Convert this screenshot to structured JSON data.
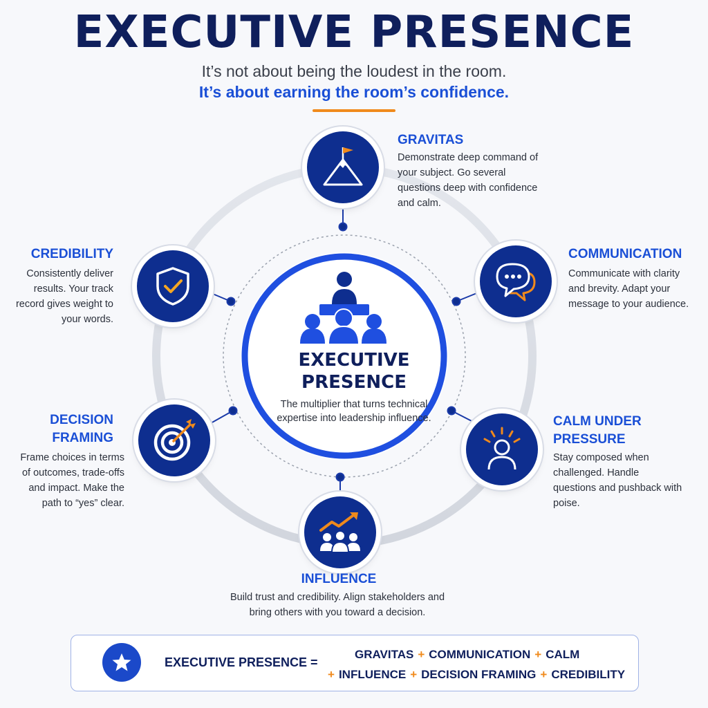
{
  "title": "EXECUTIVE PRESENCE",
  "subtitle_line1": "It’s not about being the loudest in the room.",
  "subtitle_line2": "It’s about earning the room’s confidence.",
  "center": {
    "title_line1": "EXECUTIVE",
    "title_line2": "PRESENCE",
    "text": "The multiplier that turns technical expertise into leadership influence."
  },
  "gravitas": {
    "title": "GRAVITAS",
    "text": "Demonstrate deep command of your subject. Go several questions deep with confidence and calm.",
    "icon": "mountain-flag-icon"
  },
  "communication": {
    "title": "COMMUNICATION",
    "text": "Communicate with clarity and brevity. Adapt your message to your audience.",
    "icon": "speech-bubble-icon"
  },
  "credibility": {
    "title": "CREDIBILITY",
    "text": "Consistently deliver results. Your track record gives weight to your words.",
    "icon": "shield-check-icon"
  },
  "decision_framing": {
    "title_line1": "DECISION",
    "title_line2": "FRAMING",
    "text": "Frame choices in terms of outcomes, trade-offs and impact. Make the path to “yes” clear.",
    "icon": "target-arrow-icon"
  },
  "calm": {
    "title_line1": "CALM UNDER",
    "title_line2": "PRESSURE",
    "text": "Stay composed when challenged. Handle questions and pushback with poise.",
    "icon": "calm-person-icon"
  },
  "influence": {
    "title": "INFLUENCE",
    "text": "Build trust and credibility. Align stakeholders and bring others with you toward a decision.",
    "icon": "growth-team-icon"
  },
  "formula": {
    "label": "EXECUTIVE PRESENCE =",
    "plus": "+",
    "line1": [
      "GRAVITAS",
      "COMMUNICATION",
      "CALM"
    ],
    "line2": [
      "INFLUENCE",
      "DECISION FRAMING",
      "CREDIBILITY"
    ],
    "icon": "star-icon"
  },
  "colors": {
    "navy": "#0f1f5c",
    "blue": "#1a4fd6",
    "icon_bg": "#0e2e8f",
    "accent": "#f08a1c",
    "background": "#f7f8fb"
  }
}
